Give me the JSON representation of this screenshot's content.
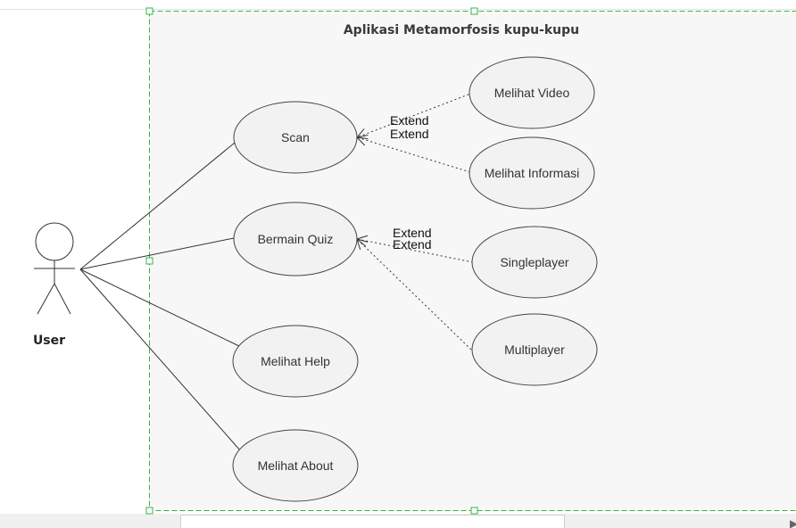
{
  "diagram": {
    "system_title": "Aplikasi Metamorfosis kupu-kupu",
    "actor": {
      "label": "User"
    },
    "use_cases": {
      "scan": "Scan",
      "bermain_quiz": "Bermain Quiz",
      "melihat_help": "Melihat Help",
      "melihat_about": "Melihat About",
      "melihat_video": "Melihat Video",
      "melihat_informasi": "Melihat Informasi",
      "singleplayer": "Singleplayer",
      "multiplayer": "Multiplayer"
    },
    "extend_labels": {
      "scan_video": "Extend",
      "scan_informasi": "Extend",
      "quiz_single": "Extend",
      "quiz_multi": "Extend"
    }
  },
  "colors": {
    "boundary": "#3bb04a",
    "boundary_fill": "#f7f7f7",
    "ellipse_fill": "#f2f2f2",
    "ellipse_stroke": "#444444",
    "line": "#333333"
  }
}
